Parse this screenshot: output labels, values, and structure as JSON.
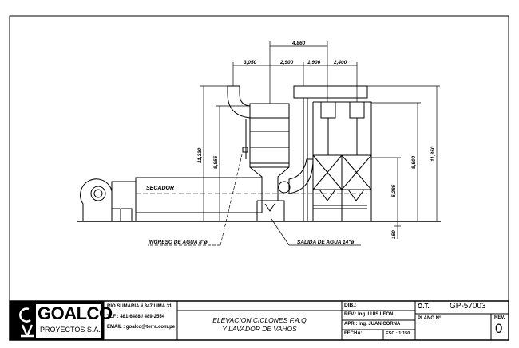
{
  "drawing": {
    "labels": {
      "secador": "SECADOR",
      "ingreso": "INGRESO DE AGUA 8\"ø",
      "salida": "SALIDA DE AGUA 14\"ø"
    },
    "dimensions": {
      "top": "4,860",
      "d1": "3,050",
      "d2": "2,900",
      "d3": "1,900",
      "d4": "2,400",
      "h1": "11,330",
      "h2": "9,855",
      "h3": "5,285",
      "h4": "9,900",
      "h5": "11,350",
      "h6": "150"
    }
  },
  "title_block": {
    "company": "GOALCO",
    "company_sub": "PROYECTOS S.A.",
    "address": "RIO SUMARIA # 347 LIMA 31",
    "phone": "TLF : 481-6488 / 489-2554",
    "email": "EMAIL : goalco@terra.com.pe",
    "title_line1": "ELEVACION CICLONES F.A.Q",
    "title_line2": "Y LAVADOR DE VAHOS",
    "dib": "DIB.:",
    "rev_by": "REV.: Ing. LUIS LEON",
    "apr_by": "APR.: Ing. JUAN CORNA",
    "fecha": "FECHA:",
    "escala": "ESC.: 1:150",
    "ot_label": "O.T.",
    "ot_value": "GP-57003",
    "plano": "PLANO N°",
    "rev_label": "REV.",
    "rev_value": "0"
  }
}
